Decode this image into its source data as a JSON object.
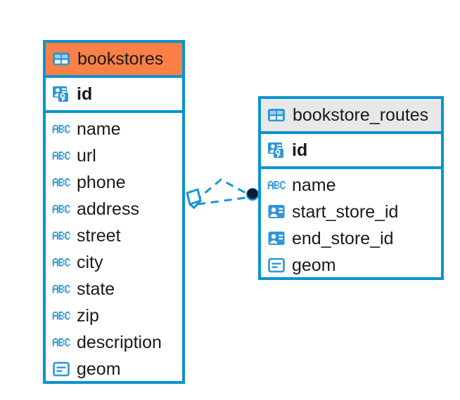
{
  "diagram": {
    "type": "entity-relationship-diagram",
    "background": "#ffffff",
    "colors": {
      "border_blue": "#0a93d1",
      "icon_blue": "#2f96d8",
      "header_orange": "#fb8045",
      "header_gray": "#e8e8e8",
      "text": "#1a1a1a",
      "connector_blue": "#1596d6",
      "endpoint_dark": "#0d1b2e"
    },
    "entities": [
      {
        "id": "bookstores",
        "title": "bookstores",
        "header_icon": "table-icon",
        "header_color": "#fb8045",
        "primary_key": {
          "name": "id",
          "icon": "primary-key-icon"
        },
        "fields": [
          {
            "name": "name",
            "icon": "abc-text-icon"
          },
          {
            "name": "url",
            "icon": "abc-text-icon"
          },
          {
            "name": "phone",
            "icon": "abc-text-icon"
          },
          {
            "name": "address",
            "icon": "abc-text-icon"
          },
          {
            "name": "street",
            "icon": "abc-text-icon"
          },
          {
            "name": "city",
            "icon": "abc-text-icon"
          },
          {
            "name": "state",
            "icon": "abc-text-icon"
          },
          {
            "name": "zip",
            "icon": "abc-text-icon"
          },
          {
            "name": "description",
            "icon": "abc-text-icon"
          },
          {
            "name": "geom",
            "icon": "geometry-icon"
          }
        ]
      },
      {
        "id": "bookstore_routes",
        "title": "bookstore_routes",
        "header_icon": "table-icon",
        "header_color": "#e8e8e8",
        "primary_key": {
          "name": "id",
          "icon": "primary-key-icon"
        },
        "fields": [
          {
            "name": "name",
            "icon": "abc-text-icon"
          },
          {
            "name": "start_store_id",
            "icon": "foreign-key-icon"
          },
          {
            "name": "end_store_id",
            "icon": "foreign-key-icon"
          },
          {
            "name": "geom",
            "icon": "geometry-icon"
          }
        ]
      }
    ],
    "relationships": [
      {
        "id": "rel-start-store",
        "from_entity": "bookstores",
        "to_entity": "bookstore_routes",
        "style": "dashed",
        "source_marker": "diamond",
        "target_marker": "filled-circle"
      },
      {
        "id": "rel-end-store",
        "from_entity": "bookstores",
        "to_entity": "bookstore_routes",
        "style": "dashed",
        "source_marker": "diamond",
        "target_marker": "filled-circle"
      }
    ]
  }
}
